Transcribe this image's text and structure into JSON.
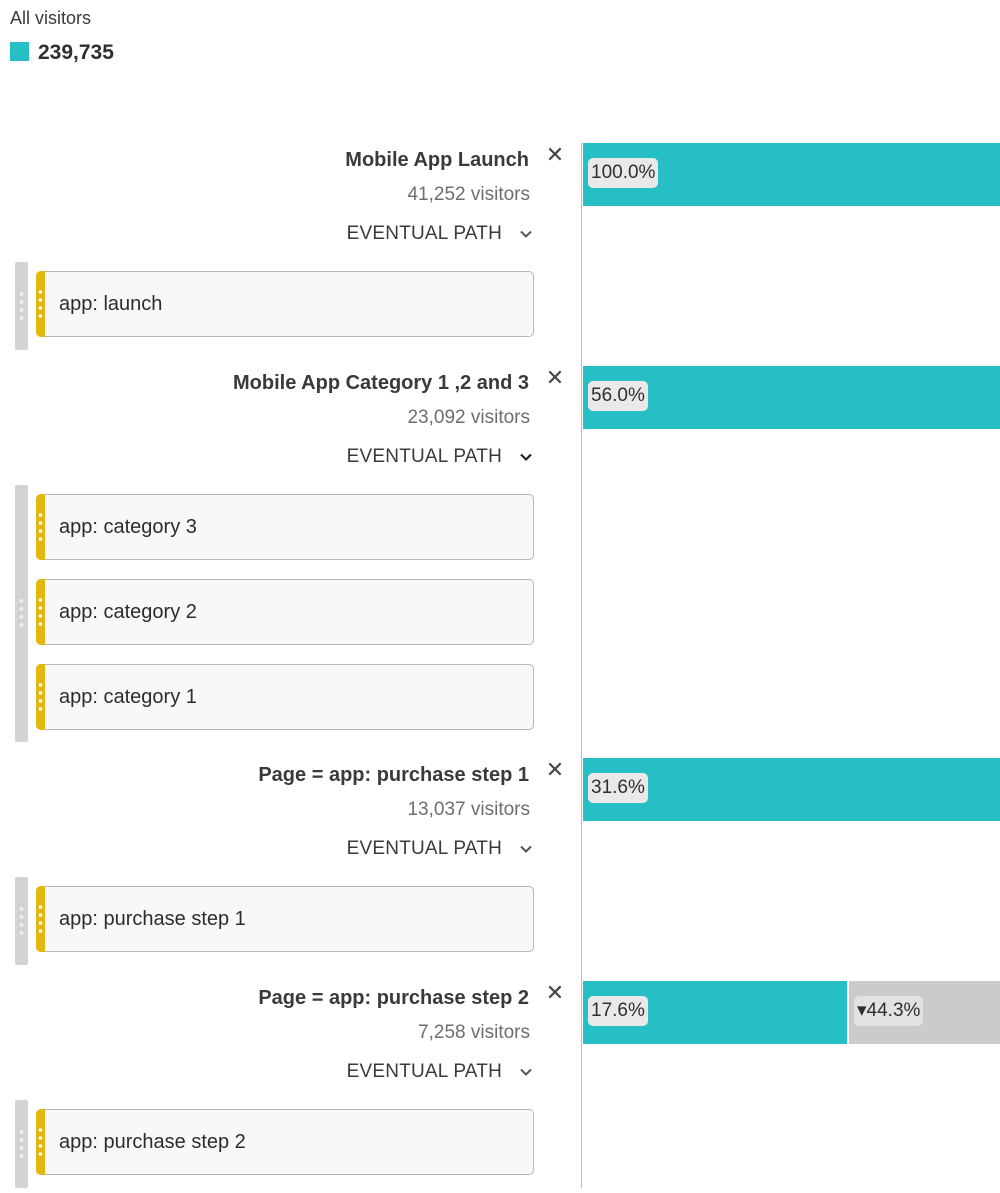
{
  "legend": {
    "title": "All visitors",
    "total": "239,735",
    "color": "#26bfc5"
  },
  "steps": [
    {
      "title": "Mobile App Launch",
      "visitors": "41,252 visitors",
      "path_label": "EVENTUAL PATH",
      "items": [
        "app: launch"
      ],
      "bar_label": "100.0%",
      "bar_fraction": 1.0
    },
    {
      "title": "Mobile App Category 1 ,2 and 3",
      "visitors": "23,092 visitors",
      "path_label": "EVENTUAL PATH",
      "items": [
        "app: category 3",
        "app: category 2",
        "app: category 1"
      ],
      "bar_label": "56.0%",
      "bar_fraction": 1.0
    },
    {
      "title": "Page = app: purchase step 1",
      "visitors": "13,037 visitors",
      "path_label": "EVENTUAL PATH",
      "items": [
        "app: purchase step 1"
      ],
      "bar_label": "31.6%",
      "bar_fraction": 1.0
    },
    {
      "title": "Page = app: purchase step 2",
      "visitors": "7,258 visitors",
      "path_label": "EVENTUAL PATH",
      "items": [
        "app: purchase step 2"
      ],
      "bar_label": "17.6%",
      "bar_fraction": 0.633,
      "drop_label": "▾44.3%"
    }
  ],
  "colors": {
    "bar": "#26bfc5",
    "dropoff": "#cbcbcb",
    "item_handle": "#e3b80e"
  }
}
